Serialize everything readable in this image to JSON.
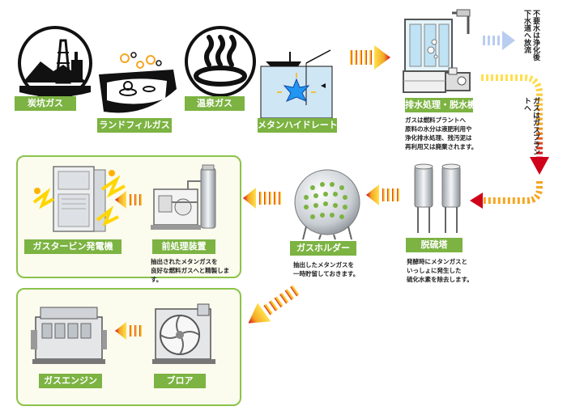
{
  "sources": {
    "coal": "炭坑ガス",
    "landfill": "ランドフィルガス",
    "hotspring": "温泉ガス",
    "hydrate": "メタンハイドレート"
  },
  "treatment": {
    "label": "排水処理・脱水機",
    "note": [
      "ガスは燃料プラントへ",
      "原料の水分は液肥利用や",
      "浄化排水処理、残汚泥は",
      "再利用又は廃棄されます。"
    ],
    "to_sewer": "不要水は浄化後下水道へ放流",
    "to_plant": "ガスはガスプラントへ"
  },
  "desulf": {
    "label": "脱硫塔",
    "note": [
      "発酵時にメタンガスと",
      "いっしょに発生した",
      "硫化水素を除去します。"
    ]
  },
  "holder": {
    "label": "ガスホルダー",
    "note": [
      "抽出したメタンガスを",
      "一時貯留しておきます。"
    ]
  },
  "pretreat": {
    "label": "前処理装置",
    "note": [
      "抽出されたメタンガスを",
      "良好な燃料ガスへと精製します。"
    ]
  },
  "turbine": {
    "label": "ガスタービン発電機"
  },
  "blower": {
    "label": "ブロア"
  },
  "engine": {
    "label": "ガスエンジン"
  },
  "colors": {
    "green_label": "#7cb342",
    "arrow_orange": "#f5a623",
    "arrow_red": "#d0021b",
    "arrow_yellow": "#ffe14d",
    "box_border": "#8bc34a"
  }
}
